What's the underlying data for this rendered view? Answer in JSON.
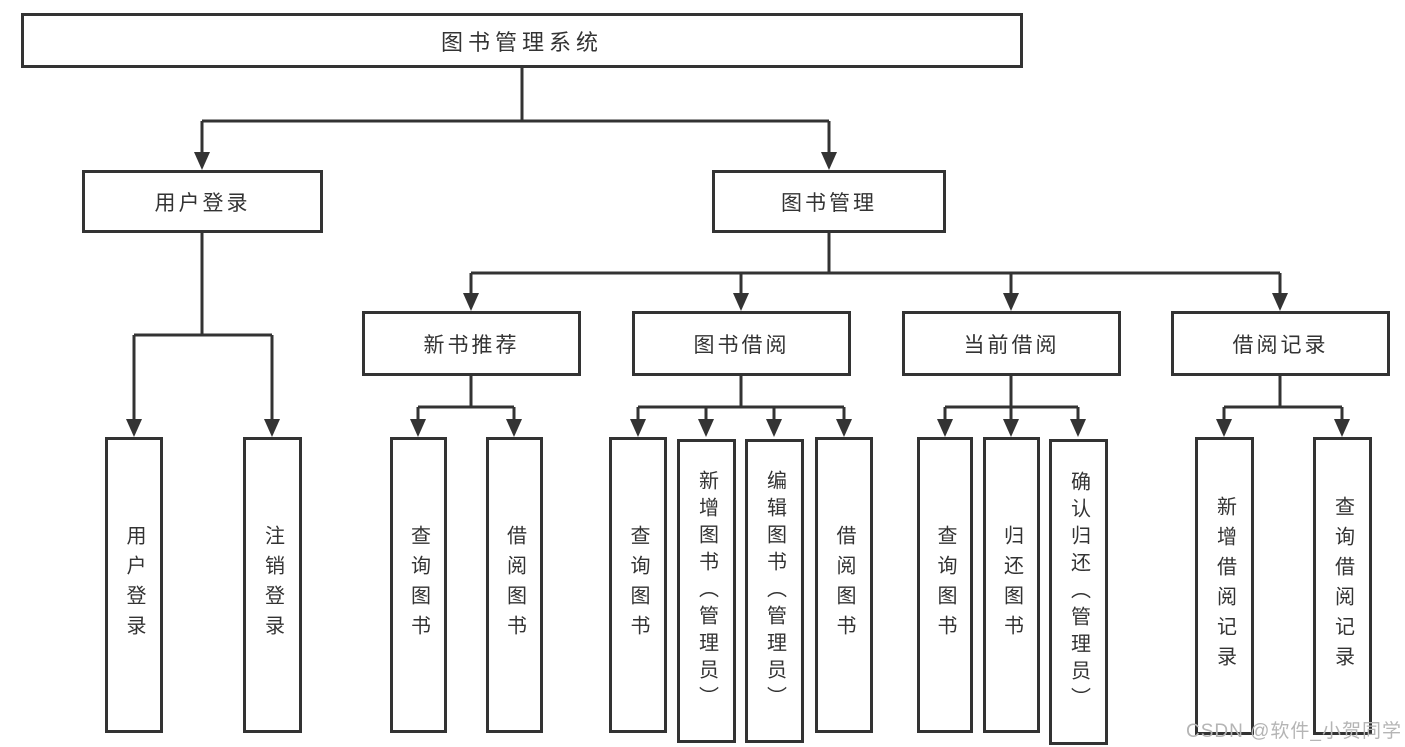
{
  "diagram": {
    "root": {
      "label": "图书管理系统"
    },
    "branches": [
      {
        "label": "用户登录",
        "leaves": [
          {
            "label": "用户登录"
          },
          {
            "label": "注销登录"
          }
        ]
      },
      {
        "label": "图书管理",
        "groups": [
          {
            "label": "新书推荐",
            "leaves": [
              {
                "label": "查询图书"
              },
              {
                "label": "借阅图书"
              }
            ]
          },
          {
            "label": "图书借阅",
            "leaves": [
              {
                "label": "查询图书"
              },
              {
                "label": "新增图书（管理员）"
              },
              {
                "label": "编辑图书（管理员）"
              },
              {
                "label": "借阅图书"
              }
            ]
          },
          {
            "label": "当前借阅",
            "leaves": [
              {
                "label": "查询图书"
              },
              {
                "label": "归还图书"
              },
              {
                "label": "确认归还（管理员）"
              }
            ]
          },
          {
            "label": "借阅记录",
            "leaves": [
              {
                "label": "新增借阅记录"
              },
              {
                "label": "查询借阅记录"
              }
            ]
          }
        ]
      }
    ]
  },
  "watermark": {
    "text": "CSDN @软件_小贺同学"
  },
  "colors": {
    "line": "#333333",
    "text": "#333333",
    "background": "#ffffff",
    "watermark": "#b5b5b5"
  }
}
